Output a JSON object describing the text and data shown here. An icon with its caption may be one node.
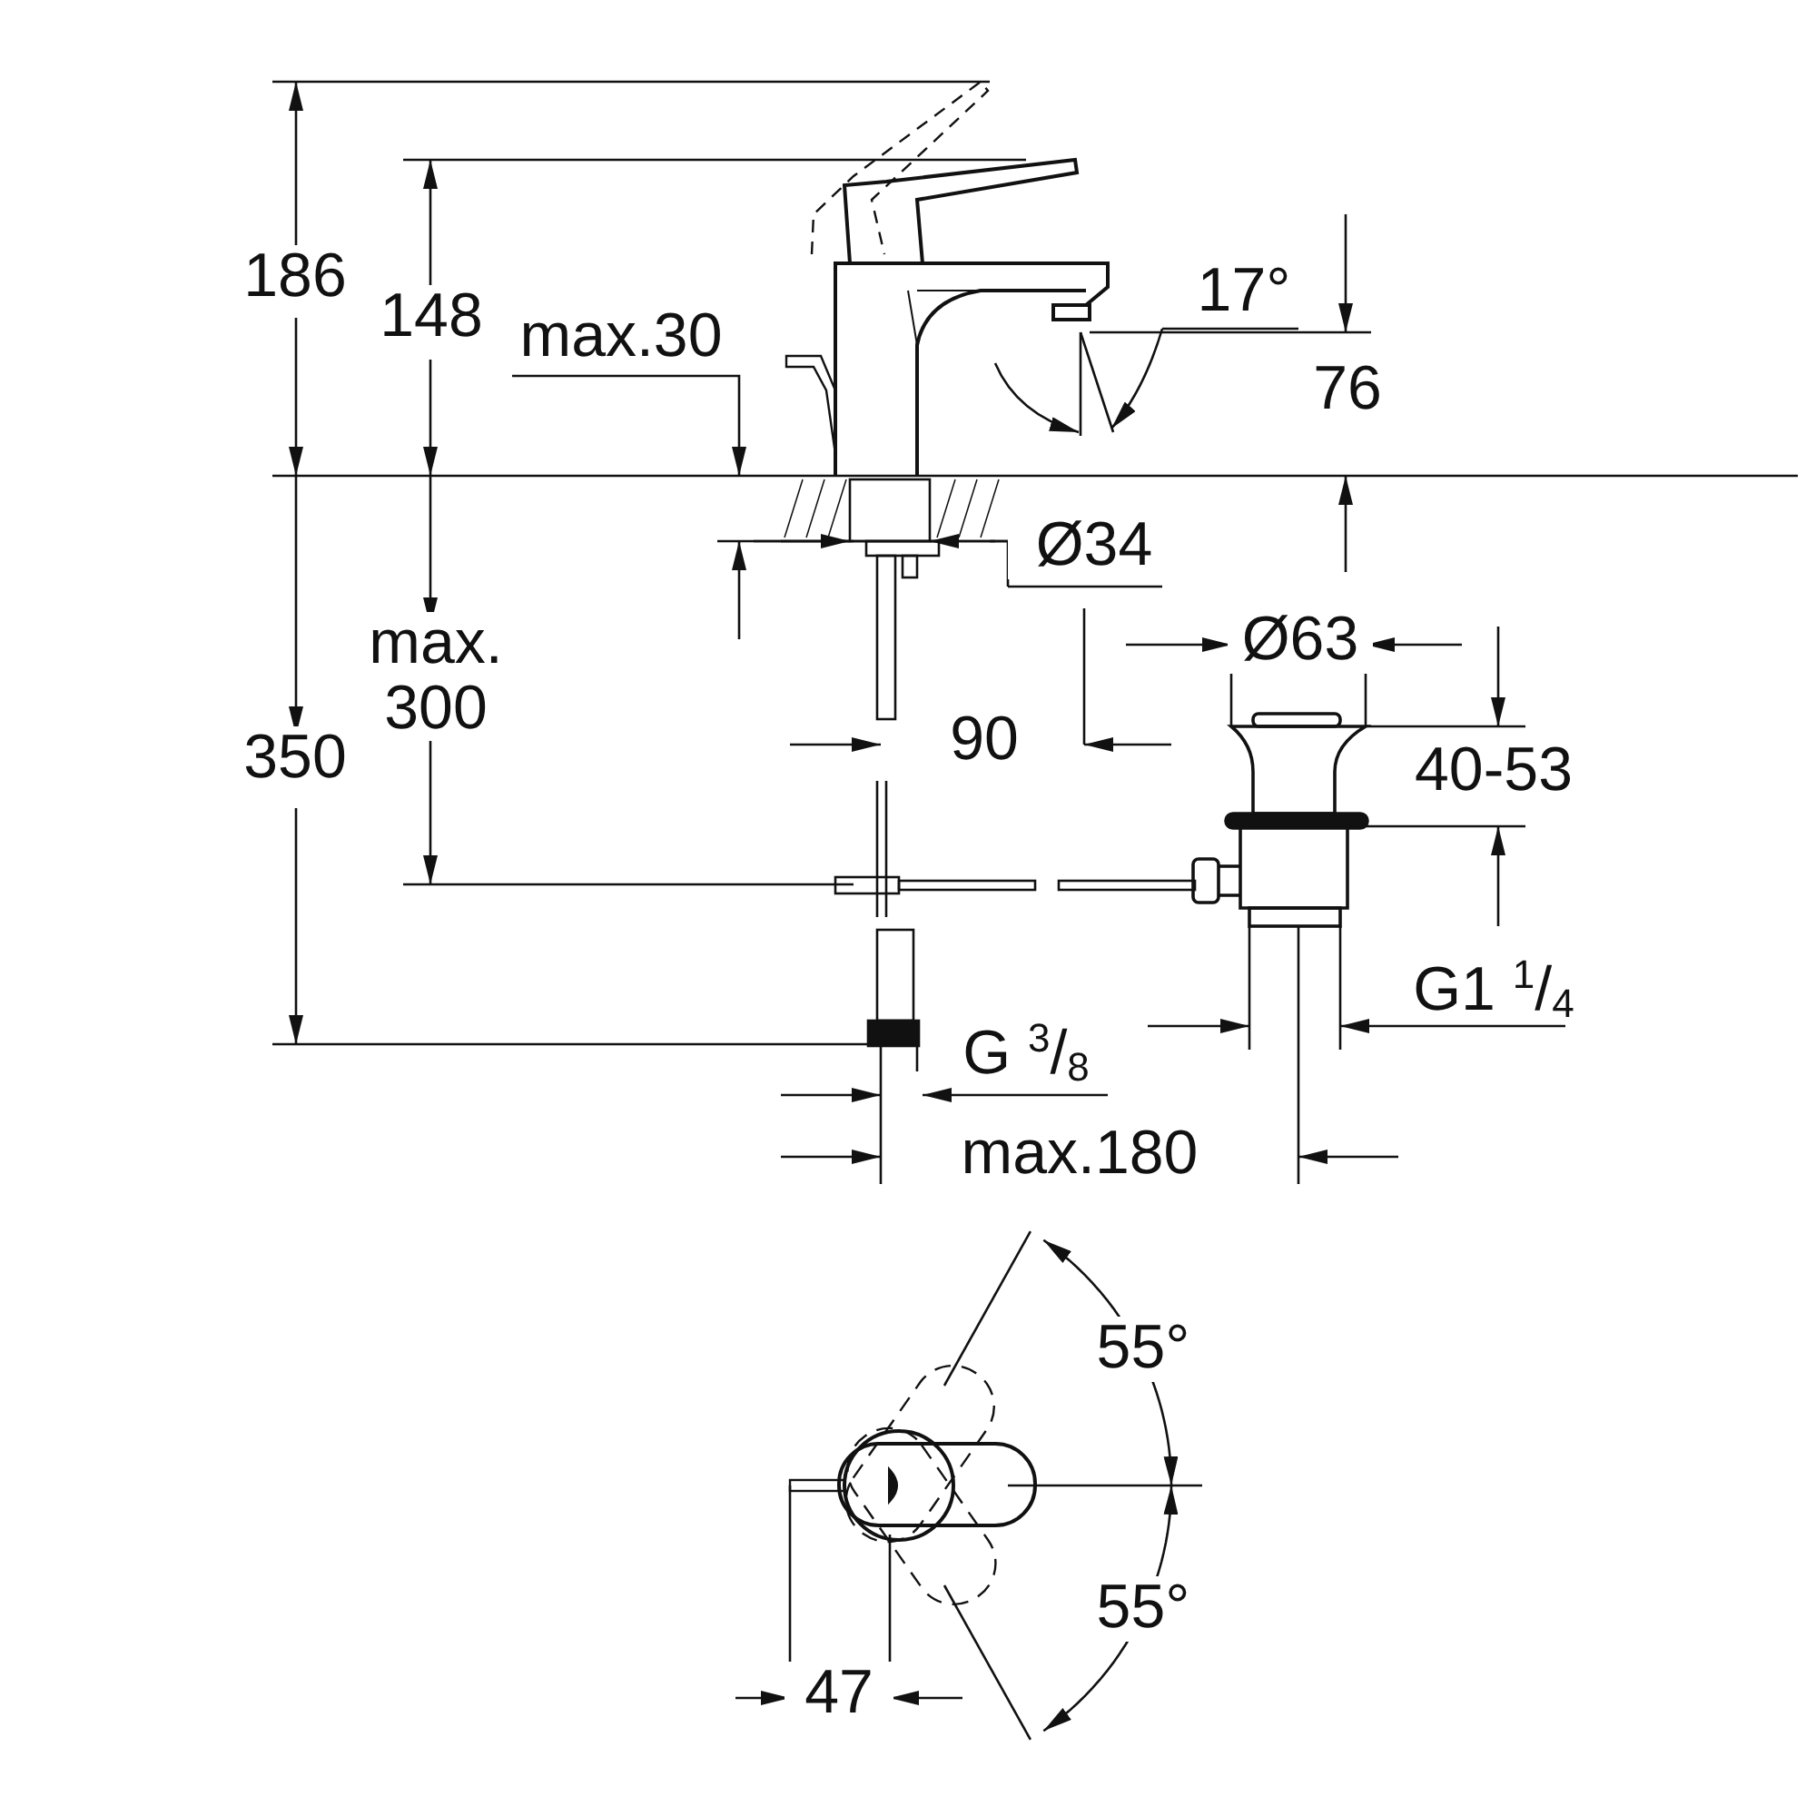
{
  "diagram": {
    "labels": [
      "186",
      "148",
      "max.30",
      "17°",
      "76",
      "Ø34",
      "max. 300",
      "350",
      "Ø63",
      "90",
      "40-53",
      "G1 $^{1}$/$_{4}$",
      "G $^{3}$/$_{8}$",
      "max.180",
      "55°",
      "55°",
      "47"
    ]
  }
}
